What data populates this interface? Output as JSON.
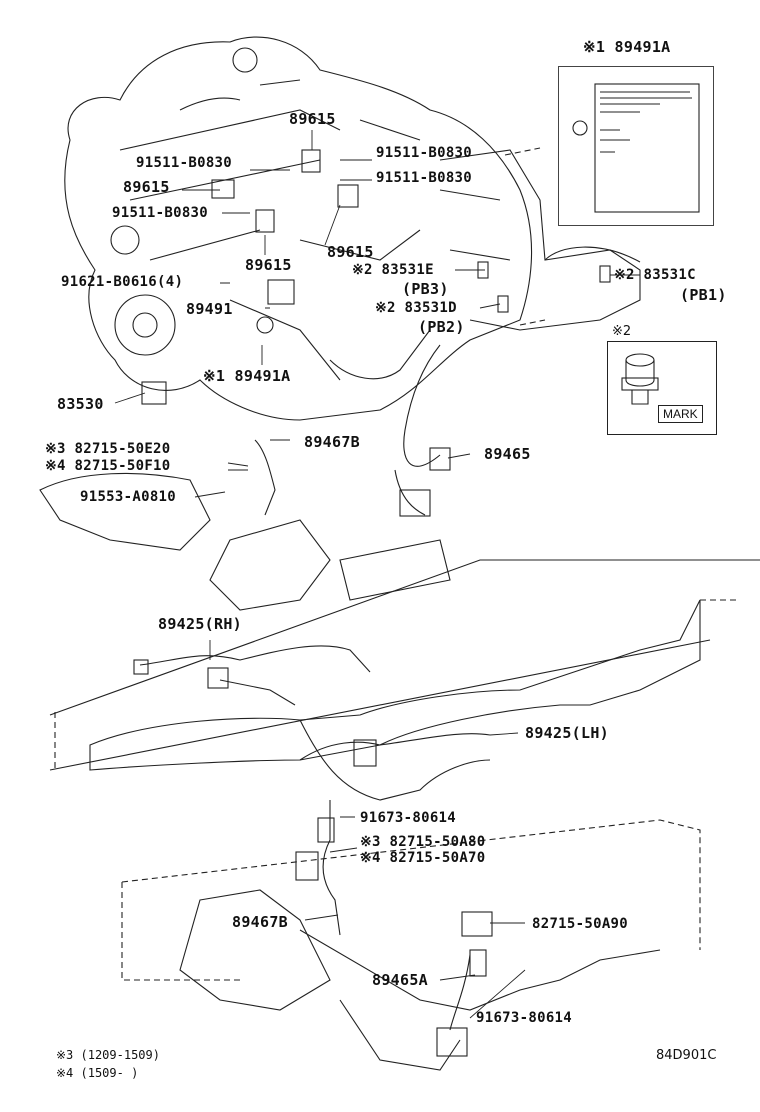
{
  "figure_code": "84D901C",
  "legend": {
    "note3": "※3 (1209-1509)",
    "note4": "※4 (1509-      )"
  },
  "inset": {
    "note": "※2",
    "mark": "MARK"
  },
  "labels": [
    {
      "id": "89491A-top",
      "text": "※1  89491A"
    },
    {
      "id": "89615-a",
      "text": "89615"
    },
    {
      "id": "91511-a",
      "text": "91511-B0830"
    },
    {
      "id": "91511-b",
      "text": "91511-B0830"
    },
    {
      "id": "91511-c",
      "text": "91511-B0830"
    },
    {
      "id": "89615-b",
      "text": "89615"
    },
    {
      "id": "91511-d",
      "text": "91511-B0830"
    },
    {
      "id": "89615-c",
      "text": "89615"
    },
    {
      "id": "89615-d",
      "text": "89615"
    },
    {
      "id": "83531E",
      "text": "※2 83531E"
    },
    {
      "id": "PB3",
      "text": "(PB3)"
    },
    {
      "id": "91621",
      "text": "91621-B0616(4)"
    },
    {
      "id": "83531C",
      "text": "※2 83531C"
    },
    {
      "id": "PB1",
      "text": "(PB1)"
    },
    {
      "id": "89491",
      "text": "89491"
    },
    {
      "id": "83531D",
      "text": "※2 83531D"
    },
    {
      "id": "PB2",
      "text": "(PB2)"
    },
    {
      "id": "89491A-b",
      "text": "※1  89491A"
    },
    {
      "id": "83530",
      "text": "83530"
    },
    {
      "id": "89467B-a",
      "text": "89467B"
    },
    {
      "id": "82715-50E20",
      "text": "※3 82715-50E20"
    },
    {
      "id": "89465",
      "text": "89465"
    },
    {
      "id": "82715-50F10",
      "text": "※4 82715-50F10"
    },
    {
      "id": "91553",
      "text": "91553-A0810"
    },
    {
      "id": "89425RH",
      "text": "89425(RH)"
    },
    {
      "id": "89425LH",
      "text": "89425(LH)"
    },
    {
      "id": "91673-a",
      "text": "91673-80614"
    },
    {
      "id": "82715-50A80",
      "text": "※3 82715-50A80"
    },
    {
      "id": "82715-50A70",
      "text": "※4 82715-50A70"
    },
    {
      "id": "89467B-b",
      "text": "89467B"
    },
    {
      "id": "82715-50A90",
      "text": "82715-50A90"
    },
    {
      "id": "89465A",
      "text": "89465A"
    },
    {
      "id": "91673-b",
      "text": "91673-80614"
    }
  ]
}
